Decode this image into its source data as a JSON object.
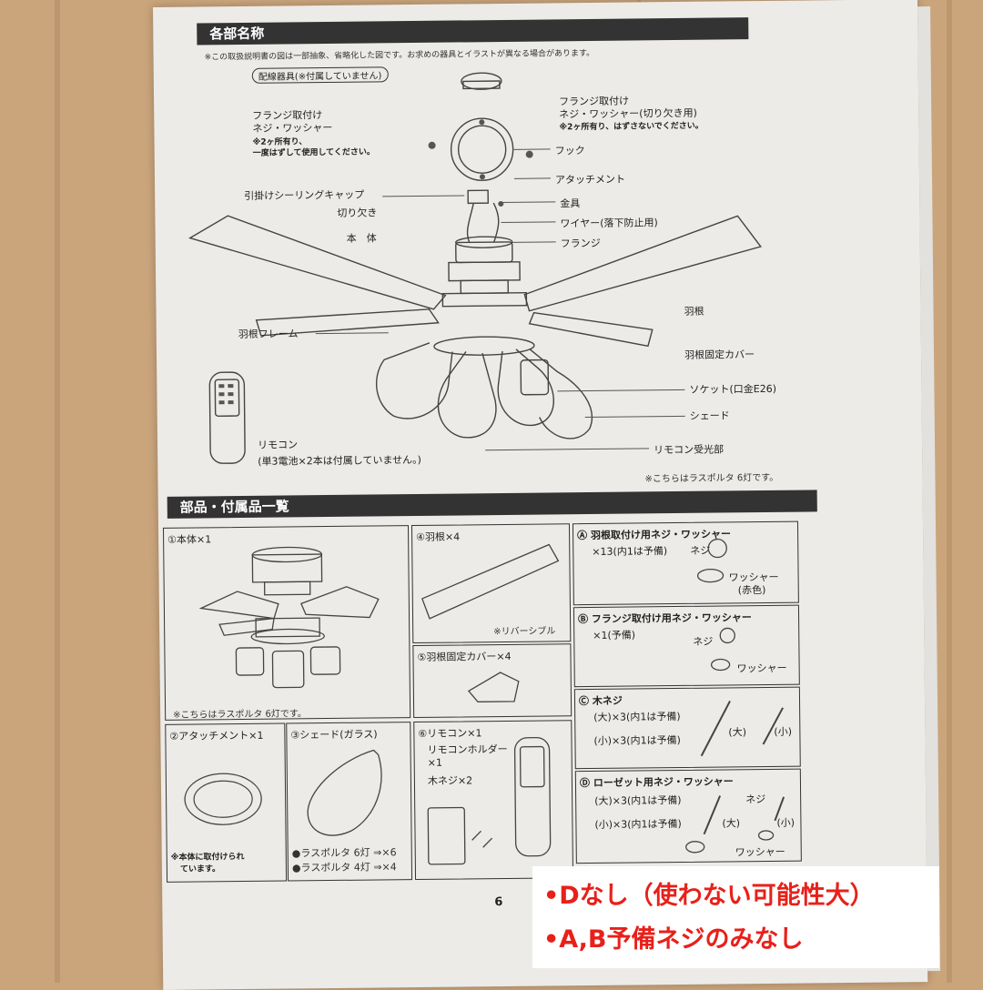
{
  "header1": "各部名称",
  "header1_note": "※この取扱説明書の図は一部抽象、省略化した図です。お求めの器具とイラストが異なる場合があります。",
  "wiring_label": "配線器具(※付属していません)",
  "parts_labels": {
    "flange_screw_left": "フランジ取付け",
    "flange_screw_left2": "ネジ・ワッシャー",
    "flange_screw_left_note1": "※2ヶ所有り、",
    "flange_screw_left_note2": "一度はずして使用してください。",
    "flange_screw_right": "フランジ取付け",
    "flange_screw_right2": "ネジ・ワッシャー(切り欠き用)",
    "flange_screw_right_note": "※2ヶ所有り、はずさないでください。",
    "hook": "フック",
    "attachment": "アタッチメント",
    "ceiling_cap": "引掛けシーリングキャップ",
    "bracket": "金具",
    "notch": "切り欠き",
    "wire": "ワイヤー(落下防止用)",
    "body": "本　体",
    "flange": "フランジ",
    "blade": "羽根",
    "blade_frame": "羽根フレーム",
    "blade_cover": "羽根固定カバー",
    "socket": "ソケット(口金E26)",
    "shade": "シェード",
    "remote": "リモコン",
    "remote_note": "(単3電池×2本は付属していません。)",
    "receiver": "リモコン受光部",
    "model_note": "※こちらはラスポルタ 6灯です。"
  },
  "header2": "部品・付属品一覧",
  "list": {
    "item1": "①本体×1",
    "item1_note": "※こちらはラスポルタ 6灯です。",
    "item2": "②アタッチメント×1",
    "item2_note1": "※本体に取付けられ",
    "item2_note2": "ています。",
    "item3": "③シェード(ガラス)",
    "item3_a": "●ラスポルタ 6灯 ⇒×6",
    "item3_b": "●ラスポルタ 4灯 ⇒×4",
    "item4": "④羽根×4",
    "item4_note": "※リバーシブル",
    "item5": "⑤羽根固定カバー×4",
    "item6": "⑥リモコン×1",
    "item6_a": "リモコンホルダー",
    "item6_b": "×1",
    "item6_c": "木ネジ×2",
    "A_title": "Ⓐ 羽根取付け用ネジ・ワッシャー",
    "A_qty": "×13(内1は予備)",
    "A_screw": "ネジ",
    "A_washer": "ワッシャー",
    "A_washer2": "(赤色)",
    "B_title": "Ⓑ フランジ取付け用ネジ・ワッシャー",
    "B_qty": "×1(予備)",
    "B_screw": "ネジ",
    "B_washer": "ワッシャー",
    "C_title": "Ⓒ 木ネジ",
    "C_large": "(大)×3(内1は予備)",
    "C_small": "(小)×3(内1は予備)",
    "C_l": "(大)",
    "C_s": "(小)",
    "D_title": "Ⓓ ローゼット用ネジ・ワッシャー",
    "D_large": "(大)×3(内1は予備)",
    "D_small": "(小)×3(内1は予備)",
    "D_screw": "ネジ",
    "D_l": "(大)",
    "D_s": "(小)",
    "D_washer": "ワッシャー"
  },
  "page_number": "6",
  "overlay": {
    "line1": "•Dなし（使わない可能性大）",
    "line2": "•A,B予備ネジのみなし",
    "color": "#e8201a"
  }
}
